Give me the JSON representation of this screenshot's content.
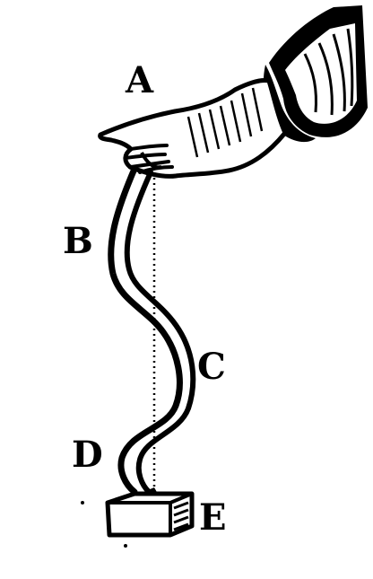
{
  "figure": {
    "labels": {
      "a": "A",
      "b": "B",
      "c": "C",
      "d": "D",
      "e": "E"
    },
    "ink_color": "#000000",
    "paper_color": "#ffffff"
  }
}
